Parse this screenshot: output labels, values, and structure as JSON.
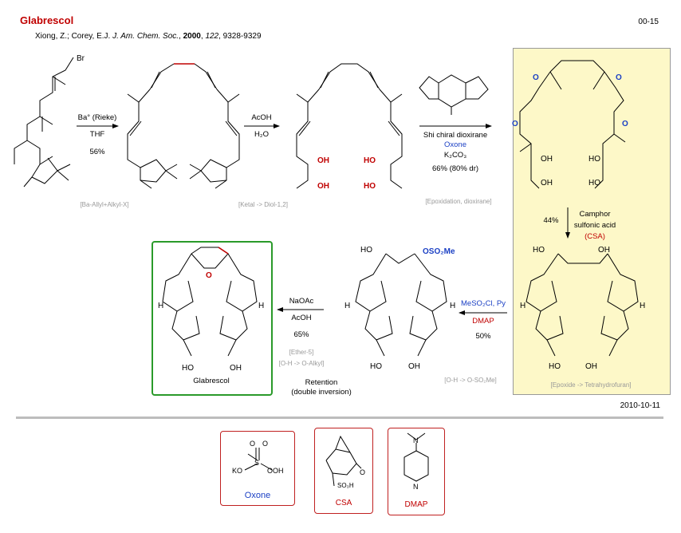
{
  "header": {
    "title": "Glabrescol",
    "code": "00-15",
    "citation": {
      "authors": "Xiong, Z.; Corey, E.J.",
      "journal": "J. Am. Chem. Soc.",
      "year": "2000",
      "volume": "122",
      "pages": ", 9328-9329"
    }
  },
  "steps": {
    "step1": {
      "reagent1": "Ba° (Rieke)",
      "reagent2": "THF",
      "yield": "56%",
      "tag": "[Ba-Allyl+Alkyl-X]"
    },
    "step2": {
      "reagent1": "AcOH",
      "reagent2": "H₂O",
      "tag": "[Ketal -> Diol-1,2]"
    },
    "step3": {
      "reagent1": "Shi chiral dioxirane",
      "reagent2": "Oxone",
      "reagent3": "K₂CO₃",
      "yield": "66% (80% dr)",
      "tag": "[Epoxidation, dioxirane]"
    },
    "step4": {
      "yield": "44%",
      "reagent1": "Camphor",
      "reagent2": "sulfonic acid",
      "reagent3": "(CSA)",
      "tag": "[Epoxide -> Tetrahydrofuran]"
    },
    "step5": {
      "reagent1": "MeSO₂Cl, Py",
      "reagent2": "DMAP",
      "yield": "50%",
      "tag": "[O-H -> O-SO₂Me]"
    },
    "step6": {
      "reagent1": "NaOAc",
      "reagent2": "AcOH",
      "yield": "65%",
      "tag1": "[Ether-5]",
      "tag2": "[O-H -> O-Alkyl]",
      "note1": "Retention",
      "note2": "(double inversion)"
    }
  },
  "atoms": {
    "br": "Br",
    "oh": "OH",
    "ho": "HO",
    "o": "O",
    "h": "H",
    "oms": "OSO₂Me",
    "ko": "KO",
    "ooh": "OOH",
    "s": "S",
    "so3h": "SO₃H",
    "n": "N"
  },
  "product_name": "Glabrescol",
  "footer": {
    "date": "2010-10-11"
  },
  "legend": {
    "oxone": "Oxone",
    "csa": "CSA",
    "dmap": "DMAP"
  },
  "colors": {
    "title": "#c00000",
    "highlight_box": "#2a9a2a",
    "yellow_panel": "#fdf8c8",
    "accent_blue": "#1a3fc4",
    "red": "#c00000"
  }
}
